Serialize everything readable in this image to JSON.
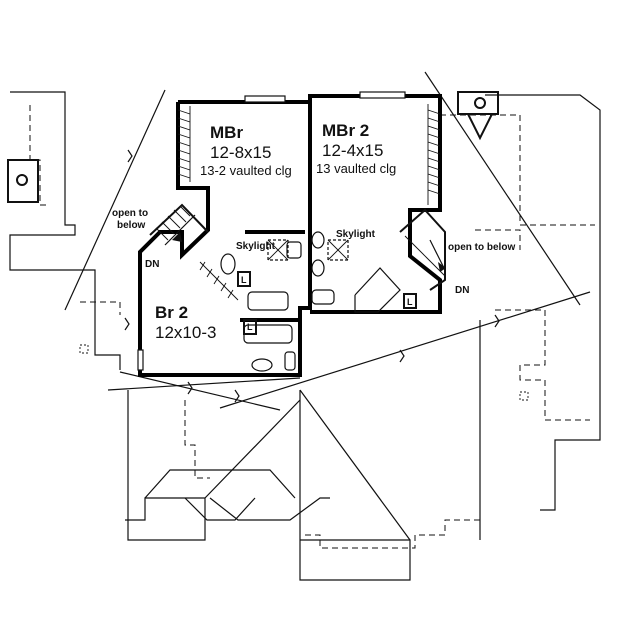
{
  "rooms": {
    "mbr": {
      "name": "MBr",
      "dims": "12-8x15",
      "note": "13-2 vaulted clg"
    },
    "mbr2": {
      "name": "MBr 2",
      "dims": "12-4x15",
      "note": "13 vaulted clg"
    },
    "br2": {
      "name": "Br 2",
      "dims": "12x10-3"
    }
  },
  "labels": {
    "open_left_1": "open to",
    "open_left_2": "below",
    "open_right": "open to below",
    "dn_left": "DN",
    "dn_right": "DN",
    "skylight_left": "Skylight",
    "skylight_right": "Skylight",
    "linen_1": "L",
    "linen_2": "L",
    "linen_3": "L"
  }
}
